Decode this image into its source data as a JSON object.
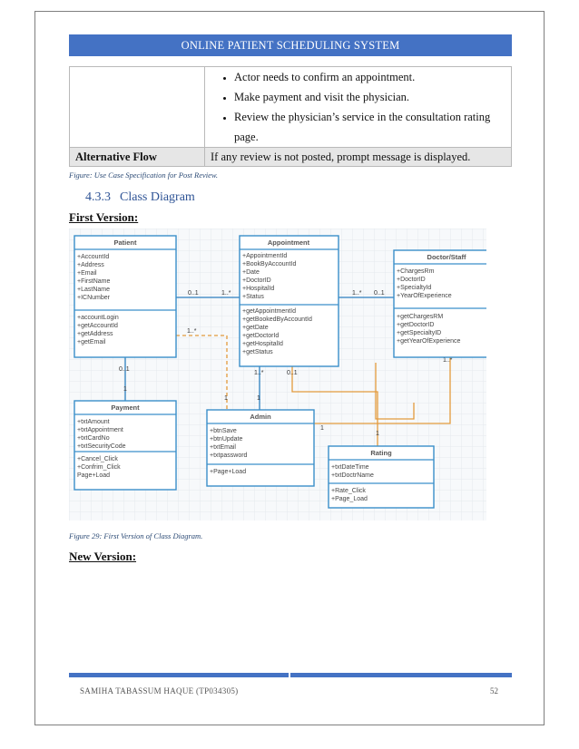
{
  "header": {
    "title": "ONLINE PATIENT SCHEDULING SYSTEM"
  },
  "spec_table": {
    "steps": [
      "Actor needs to confirm an appointment.",
      "Make payment and visit the physician.",
      "Review the physician’s service in the consultation rating page."
    ],
    "alt_flow_label": "Alternative Flow",
    "alt_flow_text": "If any review is not posted, prompt message is displayed."
  },
  "caption_table": "Figure: Use Case Specification for Post Review.",
  "section": {
    "number": "4.3.3",
    "title": "Class Diagram"
  },
  "first_version_label": "First Version:",
  "new_version_label": "New Version:",
  "caption_figure": "Figure 29: First Version of Class Diagram.",
  "class_diagram": {
    "classes": {
      "patient": {
        "name": "Patient",
        "attributes": [
          "+AccountId",
          "+Address",
          "+Email",
          "+FirstName",
          "+LastName",
          "+ICNumber"
        ],
        "methods": [
          "+accountLogin",
          "+getAccountId",
          "+getAddress",
          "+getEmail"
        ]
      },
      "appointment": {
        "name": "Appointment",
        "attributes": [
          "+AppointmentId",
          "+BookByAccountId",
          "+Date",
          "+DoctorID",
          "+HospitalId",
          "+Status"
        ],
        "methods": [
          "+getAppointmentId",
          "+getBookedByAccountId",
          "+getDate",
          "+getDoctorId",
          "+getHospitalId",
          "+getStatus"
        ]
      },
      "doctor": {
        "name": "Doctor/Staff",
        "attributes": [
          "+ChargesRm",
          "+DoctorID",
          "+SpecialtyId",
          "+YearOfExperience"
        ],
        "methods": [
          "+getChargesRM",
          "+getDoctorID",
          "+getSpecialtyID",
          "+getYearOfExperience"
        ]
      },
      "payment": {
        "name": "Payment",
        "attributes": [
          "+txtAmount",
          "+txtAppointment",
          "+txtCardNo",
          "+txtSecurityCode"
        ],
        "methods": [
          "+Cancel_Click",
          "+Confrim_Click",
          "Page+Load"
        ]
      },
      "admin": {
        "name": "Admin",
        "attributes": [
          "+btnSave",
          "+btnUpdate",
          "+txtEmail",
          "+txtpassword"
        ],
        "methods": [
          "+Page+Load"
        ]
      },
      "rating": {
        "name": "Rating",
        "attributes": [
          "+txtDateTime",
          "+txtDoctrName"
        ],
        "methods": [
          "+Rate_Click",
          "+Page_Load"
        ]
      }
    },
    "multiplicities": {
      "pa_patient": "0..1",
      "pa_appt": "1..*",
      "ad_appt": "1..*",
      "ad_doctor": "0..1",
      "pp_patient": "0..1",
      "pp_payment": "1",
      "pm_patient": "1..*",
      "pm_admin": "1",
      "aa_appt": "1..*",
      "aa_admin": "1",
      "ar_appt": "0..1",
      "ar_rating": "1",
      "da_doctor": "1..*",
      "da_admin": "1"
    },
    "colors": {
      "class_border": "#3a8fc9",
      "link_blue": "#2c7fc0",
      "link_orange": "#e39a3c",
      "grid": "#e4e9ee"
    }
  },
  "footer": {
    "author": "SAMIHA TABASSUM HAQUE (TP034305)",
    "page": "52"
  }
}
